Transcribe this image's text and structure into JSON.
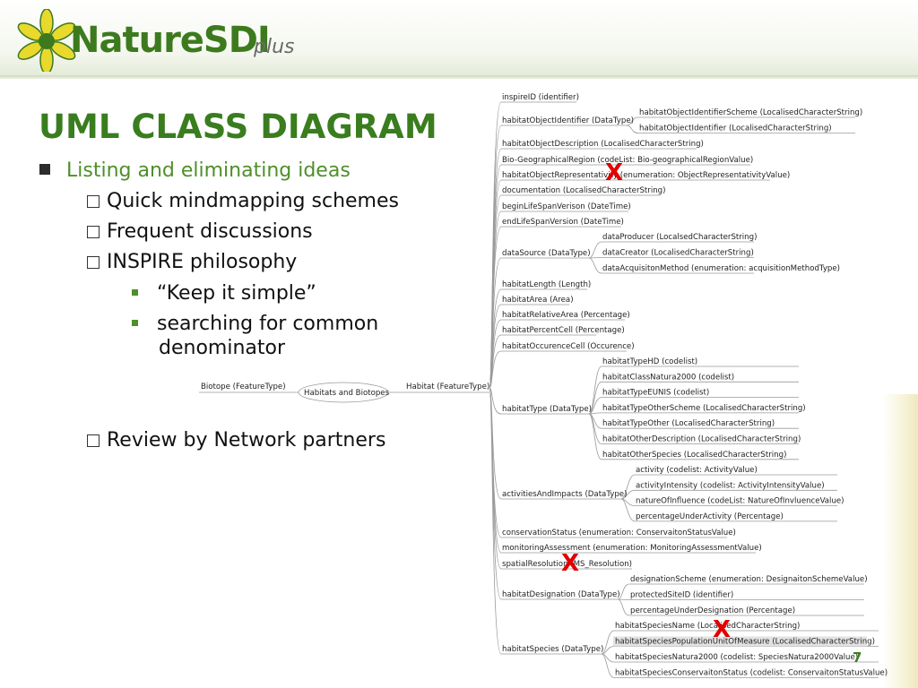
{
  "header": {
    "logo_name": "NatureSDI",
    "logo_plus": "plus"
  },
  "title": "UML CLASS DIAGRAM",
  "bullets": {
    "l1": "Listing and eliminating ideas",
    "l2a": "Quick mindmapping schemes",
    "l2b": "Frequent discussions",
    "l2c": "INSPIRE philosophy",
    "l3a": "“Keep it simple”",
    "l3b_1": "searching for common",
    "l3b_2": "denominator",
    "l2d": "Review by Network partners"
  },
  "slide_number": "7",
  "diagram": {
    "center": "Habitats and Biotopes",
    "left_node": "Biotope (FeatureType)",
    "right_node": "Habitat (FeatureType)",
    "attributes": [
      {
        "label": "inspireID (identifier)"
      },
      {
        "label": "habitatObjectIdentifier (DataType)",
        "children": [
          "habitatObjectIdentifierScheme (LocalisedCharacterString)",
          "habitatObjectIdentifier (LocalisedCharacterString)"
        ]
      },
      {
        "label": "habitatObjectDescription (LocalisedCharacterString)"
      },
      {
        "label": "Bio-GeographicalRegion (codeList: Bio-geographicalRegionValue)"
      },
      {
        "label": "habitatObjectRepresentativity (enumeration: ObjectRepresentativityValue)"
      },
      {
        "label": "documentation (LocalisedCharacterString)"
      },
      {
        "label": "beginLifeSpanVerison (DateTime)"
      },
      {
        "label": "endLifeSpanVersion (DateTime)"
      },
      {
        "label": "dataSource (DataType)",
        "children": [
          "dataProducer (LocalsedCharacterString)",
          "dataCreator (LocalisedCharacterString)",
          "dataAcquisitonMethod (enumeration: acquisitionMethodType)"
        ]
      },
      {
        "label": "habitatLength (Length)"
      },
      {
        "label": "habitatArea (Area)"
      },
      {
        "label": "habitatRelativeArea (Percentage)"
      },
      {
        "label": "habitatPercentCell (Percentage)"
      },
      {
        "label": "habitatOccurenceCell (Occurence)"
      },
      {
        "label": "habitatType (DataType)",
        "children": [
          "habitatTypeHD (codelist)",
          "habitatClassNatura2000 (codelist)",
          "habitatTypeEUNIS (codelist)",
          "habitatTypeOtherScheme (LocalisedCharacterString)",
          "habitatTypeOther (LocalisedCharacterString)",
          "habitatOtherDescription (LocalisedCharacterString)",
          "habitatOtherSpecies (LocalisedCharacterString)"
        ]
      },
      {
        "label": "activitiesAndImpacts (DataType)",
        "children": [
          "activity (codelist: ActivityValue)",
          "activityIntensity (codelist: ActivityIntensityValue)",
          "natureOfInfluence (codeList: NatureOfInvluenceValue)",
          "percentageUnderActivity (Percentage)"
        ]
      },
      {
        "label": "conservationStatus (enumeration: ConservaitonStatusValue)"
      },
      {
        "label": "monitoringAssessment (enumeration: MonitoringAssessmentValue)"
      },
      {
        "label": "spatialResolution (MS_Resolution)"
      },
      {
        "label": "habitatDesignation (DataType)",
        "children": [
          "designationScheme (enumeration: DesignaitonSchemeValue)",
          "protectedSiteID (identifier)",
          "percentageUnderDesignation (Percentage)"
        ]
      },
      {
        "label": "habitatSpecies (DataType)",
        "children": [
          "habitatSpeciesName (LocalisedCharacterString)",
          "habitatSpeciesPopulationUnitOfMeasure (LocalisedCharacterString)",
          "habitatSpeciesNatura2000 (codelist: SpeciesNatura2000Value)",
          "habitatSpeciesConservaitonStatus (codelist: ConservaitonStatusValue)"
        ]
      }
    ],
    "elimination_marks": [
      "X",
      "X",
      "X"
    ]
  },
  "colors": {
    "title": "#3a7d1f",
    "bullet_l1": "#4e8f2a",
    "x_mark": "#e00000"
  }
}
